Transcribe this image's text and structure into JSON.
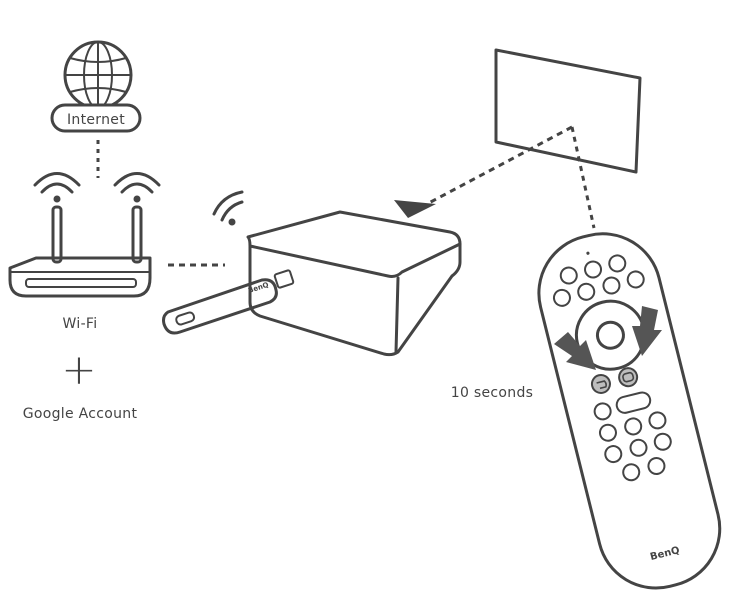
{
  "labels": {
    "internet": "Internet",
    "wifi": "Wi-Fi",
    "plus": "+",
    "google_account": "Google Account",
    "duration": "10 seconds",
    "remote_brand": "BenQ",
    "dongle_brand": "BenQ"
  },
  "colors": {
    "line": "#444444",
    "highlight_button": "#bdbdbd",
    "arrow_fill": "#555555",
    "background": "#ffffff"
  },
  "icons": [
    "globe-icon",
    "wifi-signal-icon",
    "router-icon",
    "streaming-dongle-icon",
    "projector-icon",
    "screen-icon",
    "remote-control-icon",
    "back-button-icon",
    "home-button-icon",
    "press-arrow-icon"
  ]
}
